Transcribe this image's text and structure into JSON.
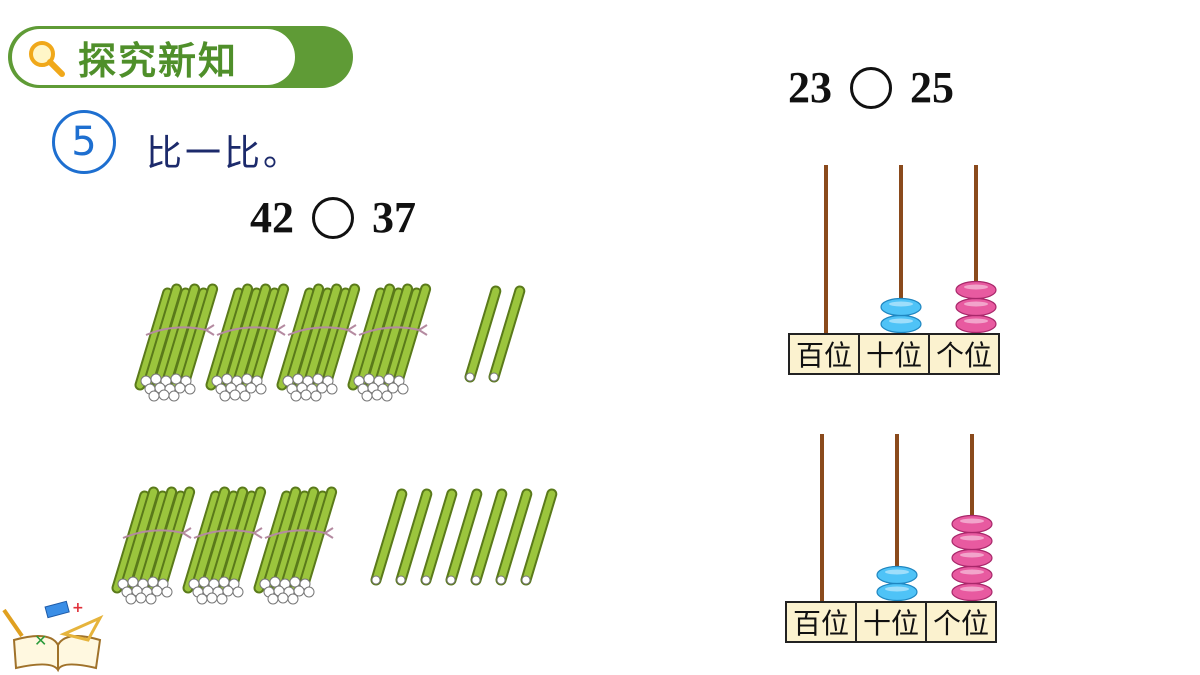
{
  "header": {
    "title": "探究新知"
  },
  "problem": {
    "number": "5",
    "prompt": "比一比。"
  },
  "comparison_1": {
    "left": "42",
    "right": "37"
  },
  "comparison_2": {
    "left": "23",
    "right": "25"
  },
  "counting_rods": {
    "row_1": {
      "bundles": 4,
      "singles": 2
    },
    "row_2": {
      "bundles": 3,
      "singles": 7
    }
  },
  "abacus_1": {
    "hundreds": 0,
    "tens": 2,
    "ones": 3
  },
  "abacus_2": {
    "hundreds": 0,
    "tens": 2,
    "ones": 5
  },
  "place_labels": [
    "百位",
    "十位",
    "个位"
  ],
  "colors": {
    "header_green": "#5f9b36",
    "rod_green": "#9bc53d",
    "ten_bead": "#4fc3f7",
    "one_bead": "#e85aa0",
    "abacus_rod": "#8a4a1c"
  }
}
